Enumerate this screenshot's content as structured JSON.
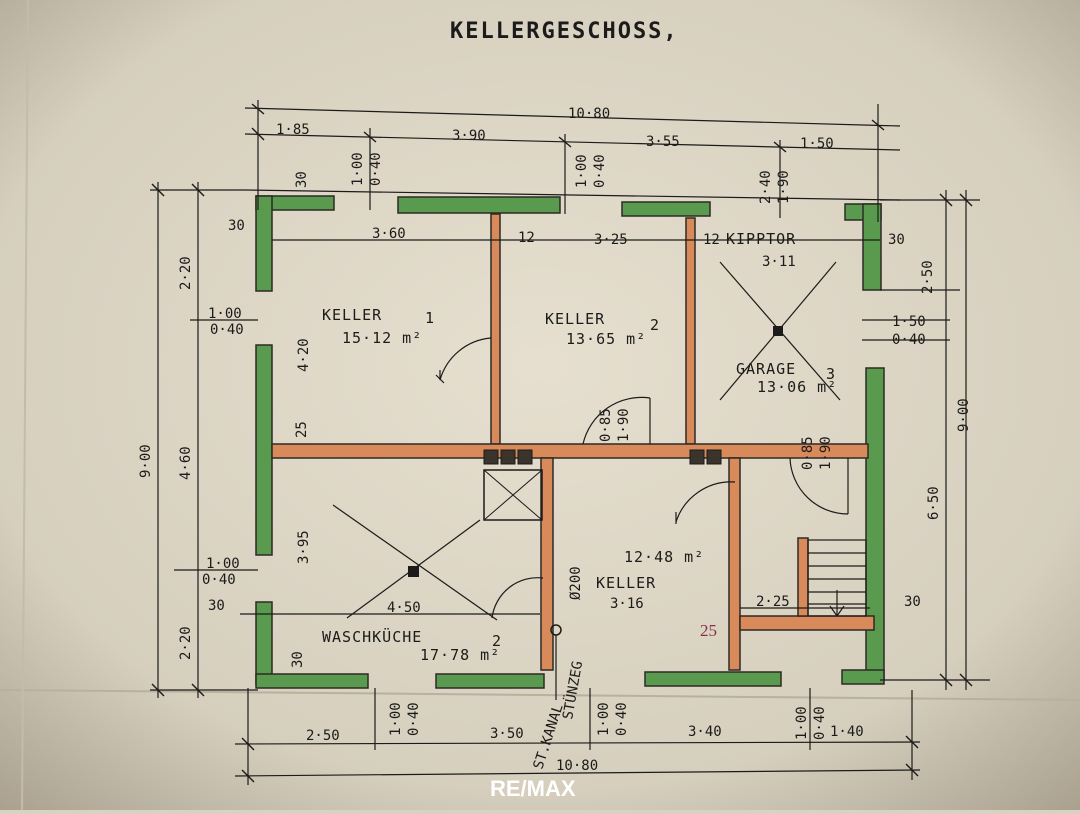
{
  "title": "KELLERGESCHOSS,",
  "rooms": {
    "keller1": {
      "name": "KELLER",
      "index": "1",
      "area": "15·12 m²"
    },
    "keller2": {
      "name": "KELLER",
      "index": "2",
      "area": "13·65 m²"
    },
    "garage": {
      "name": "GARAGE",
      "index": "3",
      "area": "13·06 m²"
    },
    "keller_lower": {
      "name": "KELLER",
      "area": "12·48 m²",
      "width": "3·16"
    },
    "waschkueche": {
      "name": "WASCHKÜCHE",
      "index": "2",
      "area": "17·78 m²",
      "width": "4·50"
    }
  },
  "labels": {
    "kipptor": "KIPPTOR",
    "kipptor_width": "3·11",
    "st_kanal": "ST.KANAL",
    "st_kanal_dia": "Ø200",
    "stanzeg": "STÜNZEG",
    "stamp": "25"
  },
  "dimensions": {
    "top_total": "10·80",
    "top_segments": [
      "1·85",
      "3·90",
      "3·55",
      "1·50"
    ],
    "top_window_dims": [
      "1·00",
      "0·40"
    ],
    "top_window_dims2": [
      "1·00",
      "0·40"
    ],
    "top_window_dims3": [
      "2·40",
      "1·90"
    ],
    "inner_top": [
      "3·60",
      "12",
      "3·25",
      "12"
    ],
    "wall_30": "30",
    "wall_30b": "30",
    "wall_30c": "30",
    "wall_30d": "30",
    "wall_30e": "30",
    "wall_25": "25",
    "wall_25b": "25",
    "left_segments": [
      "2·20",
      "4·60",
      "2·20"
    ],
    "left_total": "9·00",
    "left_inner": [
      "4·20",
      "3·95"
    ],
    "left_window1": [
      "1·00",
      "0·40"
    ],
    "left_window2": [
      "1·00",
      "0·40"
    ],
    "right_segments": [
      "2·50",
      "6·50"
    ],
    "right_total": "9·00",
    "right_window": [
      "1·50",
      "0·40"
    ],
    "door_dims1": [
      "0·85",
      "1·90"
    ],
    "door_dims2": [
      "0·85",
      "1·90"
    ],
    "stair_width": "2·25",
    "bottom_segments": [
      "2·50",
      "3·50",
      "3·40",
      "1·40"
    ],
    "bottom_total": "10·80",
    "bottom_window1": [
      "1·00",
      "0·40"
    ],
    "bottom_window2": [
      "1·00",
      "0·40"
    ],
    "bottom_window3": [
      "1·00",
      "0·40"
    ]
  },
  "logo": "RE/MAX",
  "colors": {
    "paper": "#d9d2c2",
    "exterior_wall": "#5a9a4e",
    "interior_wall": "#d98a5a",
    "ink": "#1c1b1a"
  }
}
